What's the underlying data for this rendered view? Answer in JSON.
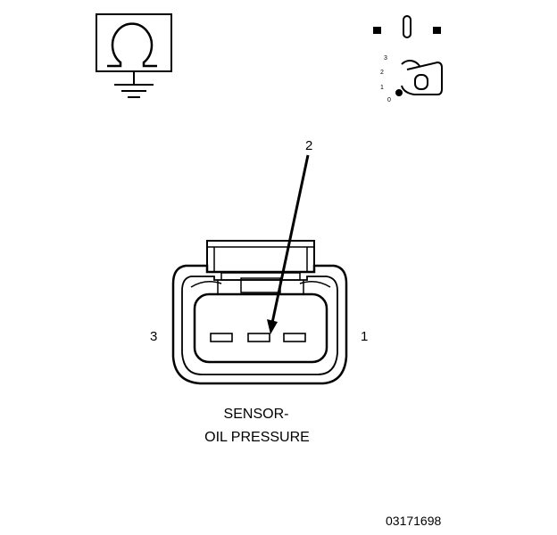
{
  "icons": {
    "meter": "ohmmeter-ground-icon",
    "switch": "ignition-key-off-icon"
  },
  "ignition": {
    "positions": [
      "3",
      "2",
      "1",
      "0"
    ]
  },
  "connector": {
    "callout": "2",
    "left_pin": "3",
    "right_pin": "1",
    "caption_line1": "SENSOR-",
    "caption_line2": "OIL PRESSURE"
  },
  "figure_id": "03171698"
}
